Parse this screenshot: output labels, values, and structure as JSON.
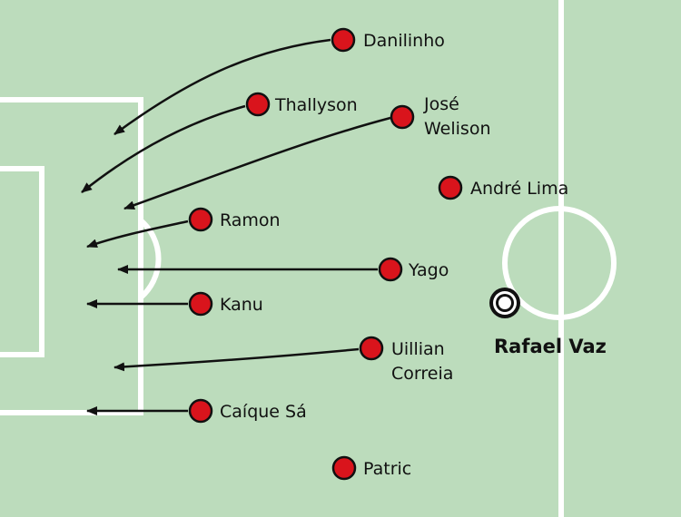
{
  "colors": {
    "pitch": "#bcdcbc",
    "lines": "#ffffff",
    "player": "#d9141c",
    "outline": "#111111",
    "arrow": "#111111",
    "text": "#111111"
  },
  "players": [
    {
      "id": "danilinho",
      "lines": [
        "Danilinho"
      ]
    },
    {
      "id": "thallyson",
      "lines": [
        "Thallyson"
      ]
    },
    {
      "id": "jose-welison",
      "lines": [
        "José",
        "Welison"
      ]
    },
    {
      "id": "andre-lima",
      "lines": [
        "André Lima"
      ]
    },
    {
      "id": "ramon",
      "lines": [
        "Ramon"
      ]
    },
    {
      "id": "yago",
      "lines": [
        "Yago"
      ]
    },
    {
      "id": "kanu",
      "lines": [
        "Kanu"
      ]
    },
    {
      "id": "uillian-correia",
      "lines": [
        "Uillian",
        "Correia"
      ]
    },
    {
      "id": "caique-sa",
      "lines": [
        "Caíque Sá"
      ]
    },
    {
      "id": "patric",
      "lines": [
        "Patric"
      ]
    }
  ],
  "ball_carrier": {
    "id": "rafael-vaz",
    "label": "Rafael Vaz"
  }
}
